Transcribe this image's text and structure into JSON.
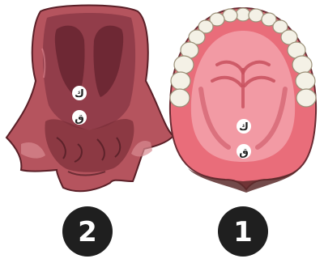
{
  "panels": [
    {
      "number": "2",
      "labels": [
        "ك",
        "ق"
      ]
    },
    {
      "number": "1",
      "labels": [
        "ك",
        "ق"
      ]
    }
  ],
  "colors": {
    "tongue_body": "#b5545e",
    "tongue_dark": "#7a2d38",
    "tongue_outline": "#5a1f27",
    "palate_gum": "#e96d7a",
    "palate_inner": "#f2a7b0",
    "palate_dark": "#c8505e",
    "tooth": "#f4f1e6",
    "badge": "#1f1f1f"
  }
}
